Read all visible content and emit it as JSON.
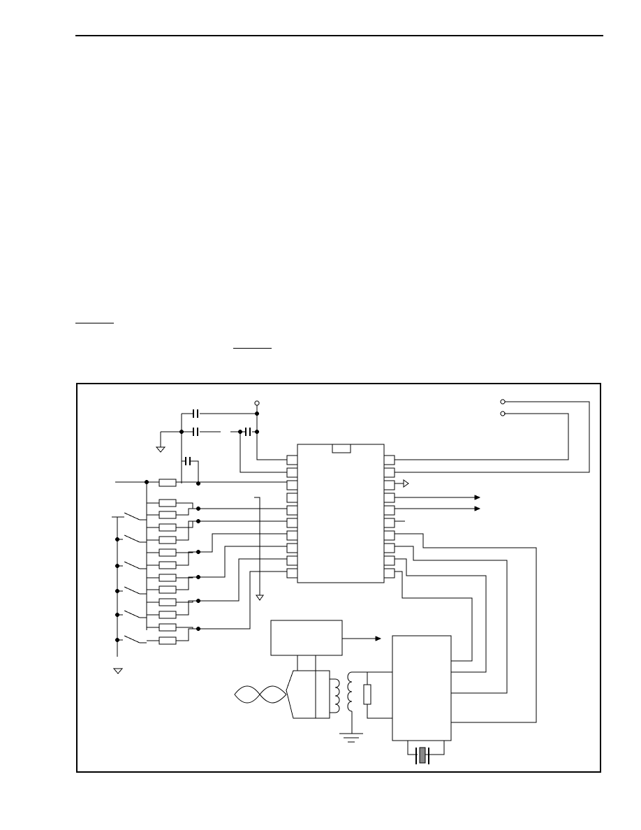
{
  "page": {
    "header_rule": true,
    "underline_marks": 2
  },
  "figure": {
    "kind": "circuit-schematic",
    "border": true,
    "components": {
      "keypad_switches": 6,
      "resistors": 14,
      "capacitors": 4,
      "ic_pins_per_side": 10,
      "output_arrows": 3,
      "ground_symbols": 4,
      "supply_terminal": 1,
      "jack_terminals": 2,
      "transformer": 1,
      "crystal": 1,
      "function_blocks": 2
    },
    "colors": {
      "line": "#000000",
      "background": "#ffffff",
      "crystal_fill": "#888888"
    }
  }
}
